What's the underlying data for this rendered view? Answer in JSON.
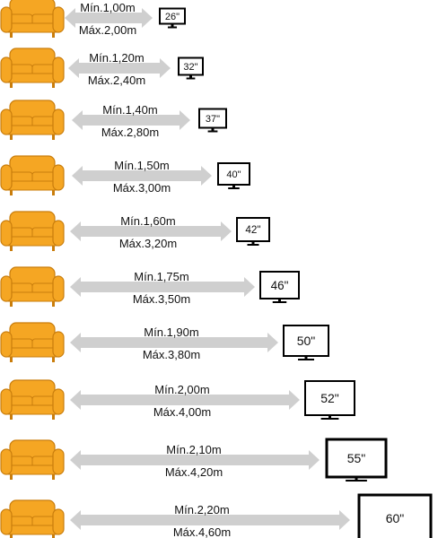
{
  "rows": [
    {
      "min": "Mín.1,00m",
      "max": "Máx.2,00m",
      "tv": "26\""
    },
    {
      "min": "Mín.1,20m",
      "max": "Máx.2,40m",
      "tv": "32\""
    },
    {
      "min": "Mín.1,40m",
      "max": "Máx.2,80m",
      "tv": "37\""
    },
    {
      "min": "Mín.1,50m",
      "max": "Máx.3,00m",
      "tv": "40\""
    },
    {
      "min": "Mín.1,60m",
      "max": "Máx.3,20m",
      "tv": "42\""
    },
    {
      "min": "Mín.1,75m",
      "max": "Máx.3,50m",
      "tv": "46\""
    },
    {
      "min": "Mín.1,90m",
      "max": "Máx.3,80m",
      "tv": "50\""
    },
    {
      "min": "Mín.2,00m",
      "max": "Máx.4,00m",
      "tv": "52\""
    },
    {
      "min": "Mín.2,10m",
      "max": "Máx.4,20m",
      "tv": "55\""
    },
    {
      "min": "Mín.2,20m",
      "max": "Máx.4,60m",
      "tv": "60\""
    }
  ],
  "colors": {
    "sofa": "#f5a623",
    "sofa_dark": "#c97d0c",
    "arrow": "#cfcfcf",
    "tv_frame": "#000000",
    "text": "#111111"
  },
  "icons": {
    "sofa": "sofa-icon",
    "tv": "tv-icon",
    "arrow": "double-arrow-icon"
  }
}
